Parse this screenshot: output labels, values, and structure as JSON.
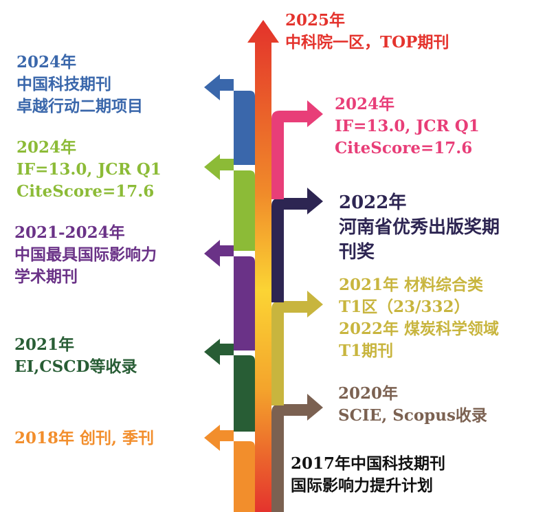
{
  "colors": {
    "blue": "#3a67ab",
    "green": "#8cbb37",
    "purple": "#6a3287",
    "darkgreen": "#285d35",
    "orange": "#f28e2c",
    "red": "#e4332d",
    "pink": "#e83e78",
    "navy": "#2d2552",
    "olive": "#c8b53e",
    "brown": "#7b6151",
    "black": "#111111"
  },
  "milestones": [
    {
      "id": "m2025",
      "lines": [
        "2025年",
        "中科院一区，TOP期刊"
      ]
    },
    {
      "id": "m2024a",
      "lines": [
        "2024年",
        "中国科技期刊",
        "卓越行动二期项目"
      ]
    },
    {
      "id": "m2024b",
      "lines": [
        "2024年",
        "IF=13.0, JCR Q1",
        "CiteScore=17.6"
      ]
    },
    {
      "id": "m2024c",
      "lines": [
        "2024年",
        "IF=13.0, JCR Q1",
        "CiteScore=17.6"
      ]
    },
    {
      "id": "m2022a",
      "lines": [
        "2022年",
        "河南省优秀出版奖期",
        "刊奖"
      ]
    },
    {
      "id": "m2021a",
      "lines": [
        "2021-2024年",
        "中国最具国际影响力",
        "学术期刊"
      ]
    },
    {
      "id": "m2021b",
      "lines": [
        "2021年 材料综合类",
        "T1区（23/332）",
        "2022年 煤炭科学领域",
        "T1期刊"
      ]
    },
    {
      "id": "m2021c",
      "lines": [
        "2021年",
        "EI,CSCD等收录"
      ]
    },
    {
      "id": "m2020",
      "lines": [
        "2020年",
        "SCIE, Scopus收录"
      ]
    },
    {
      "id": "m2018",
      "lines": [
        "2018年 创刊, 季刊"
      ]
    },
    {
      "id": "m2017",
      "lines": [
        "2017年中国科技期刊",
        "国际影响力提升计划"
      ]
    }
  ]
}
